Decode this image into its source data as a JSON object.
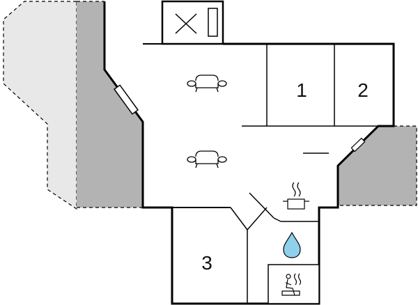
{
  "floor_plan": {
    "rooms": [
      {
        "id": "bedroom-1",
        "label": "1"
      },
      {
        "id": "bedroom-2",
        "label": "2"
      },
      {
        "id": "bedroom-3",
        "label": "3"
      }
    ],
    "icons": {
      "sofa": "sofa-icon",
      "cooking": "cooking-pot-icon",
      "water": "water-drop-icon",
      "sauna": "sauna-icon",
      "void": "void-x-icon",
      "window": "window-icon"
    },
    "colors": {
      "wall": "#000000",
      "terrace_dark": "#b3b3b3",
      "terrace_light": "#e8e8e8",
      "water": "#8fd0ec"
    }
  }
}
